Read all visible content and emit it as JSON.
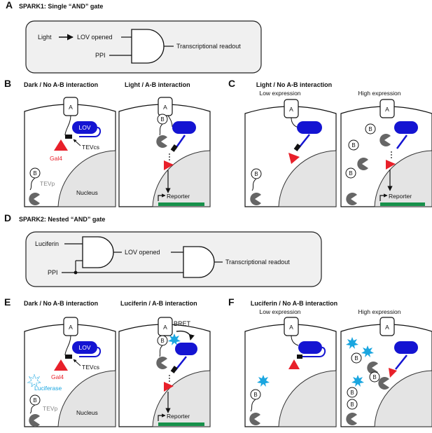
{
  "panels": {
    "A": {
      "letter": "A",
      "title": "SPARK1: Single “AND” gate",
      "input1": "Light",
      "input1_out": "LOV opened",
      "input2": "PPI",
      "output": "Transcriptional readout"
    },
    "B": {
      "letter": "B",
      "left_title": "Dark / No A-B interaction",
      "right_title": "Light / A-B interaction"
    },
    "C": {
      "letter": "C",
      "title": "Light / No A-B interaction",
      "left_sub": "Low expression",
      "right_sub": "High expression"
    },
    "D": {
      "letter": "D",
      "title": "SPARK2: Nested “AND” gate",
      "input1": "Luciferin",
      "input2": "PPI",
      "mid": "LOV opened",
      "output": "Transcriptional readout"
    },
    "E": {
      "letter": "E",
      "left_title": "Dark / No A-B interaction",
      "right_title": "Luciferin / A-B interaction",
      "bret": "BRET"
    },
    "F": {
      "letter": "F",
      "title": "Luciferin / No A-B interaction",
      "left_sub": "Low expression",
      "right_sub": "High expression"
    }
  },
  "labels": {
    "A": "A",
    "B": "B",
    "LOV": "LOV",
    "Gal4": "Gal4",
    "TEVcs": "TEVcs",
    "TEVp": "TEVp",
    "Nucleus": "Nucleus",
    "Reporter": "Reporter",
    "Luciferase": "Luciferase"
  },
  "colors": {
    "lov": "#1414d2",
    "gal4": "#e8202a",
    "reporter": "#17914a",
    "tevp": "#666666",
    "luciferase": "#1aa6e0",
    "nucleus": "#e4e4e4"
  }
}
